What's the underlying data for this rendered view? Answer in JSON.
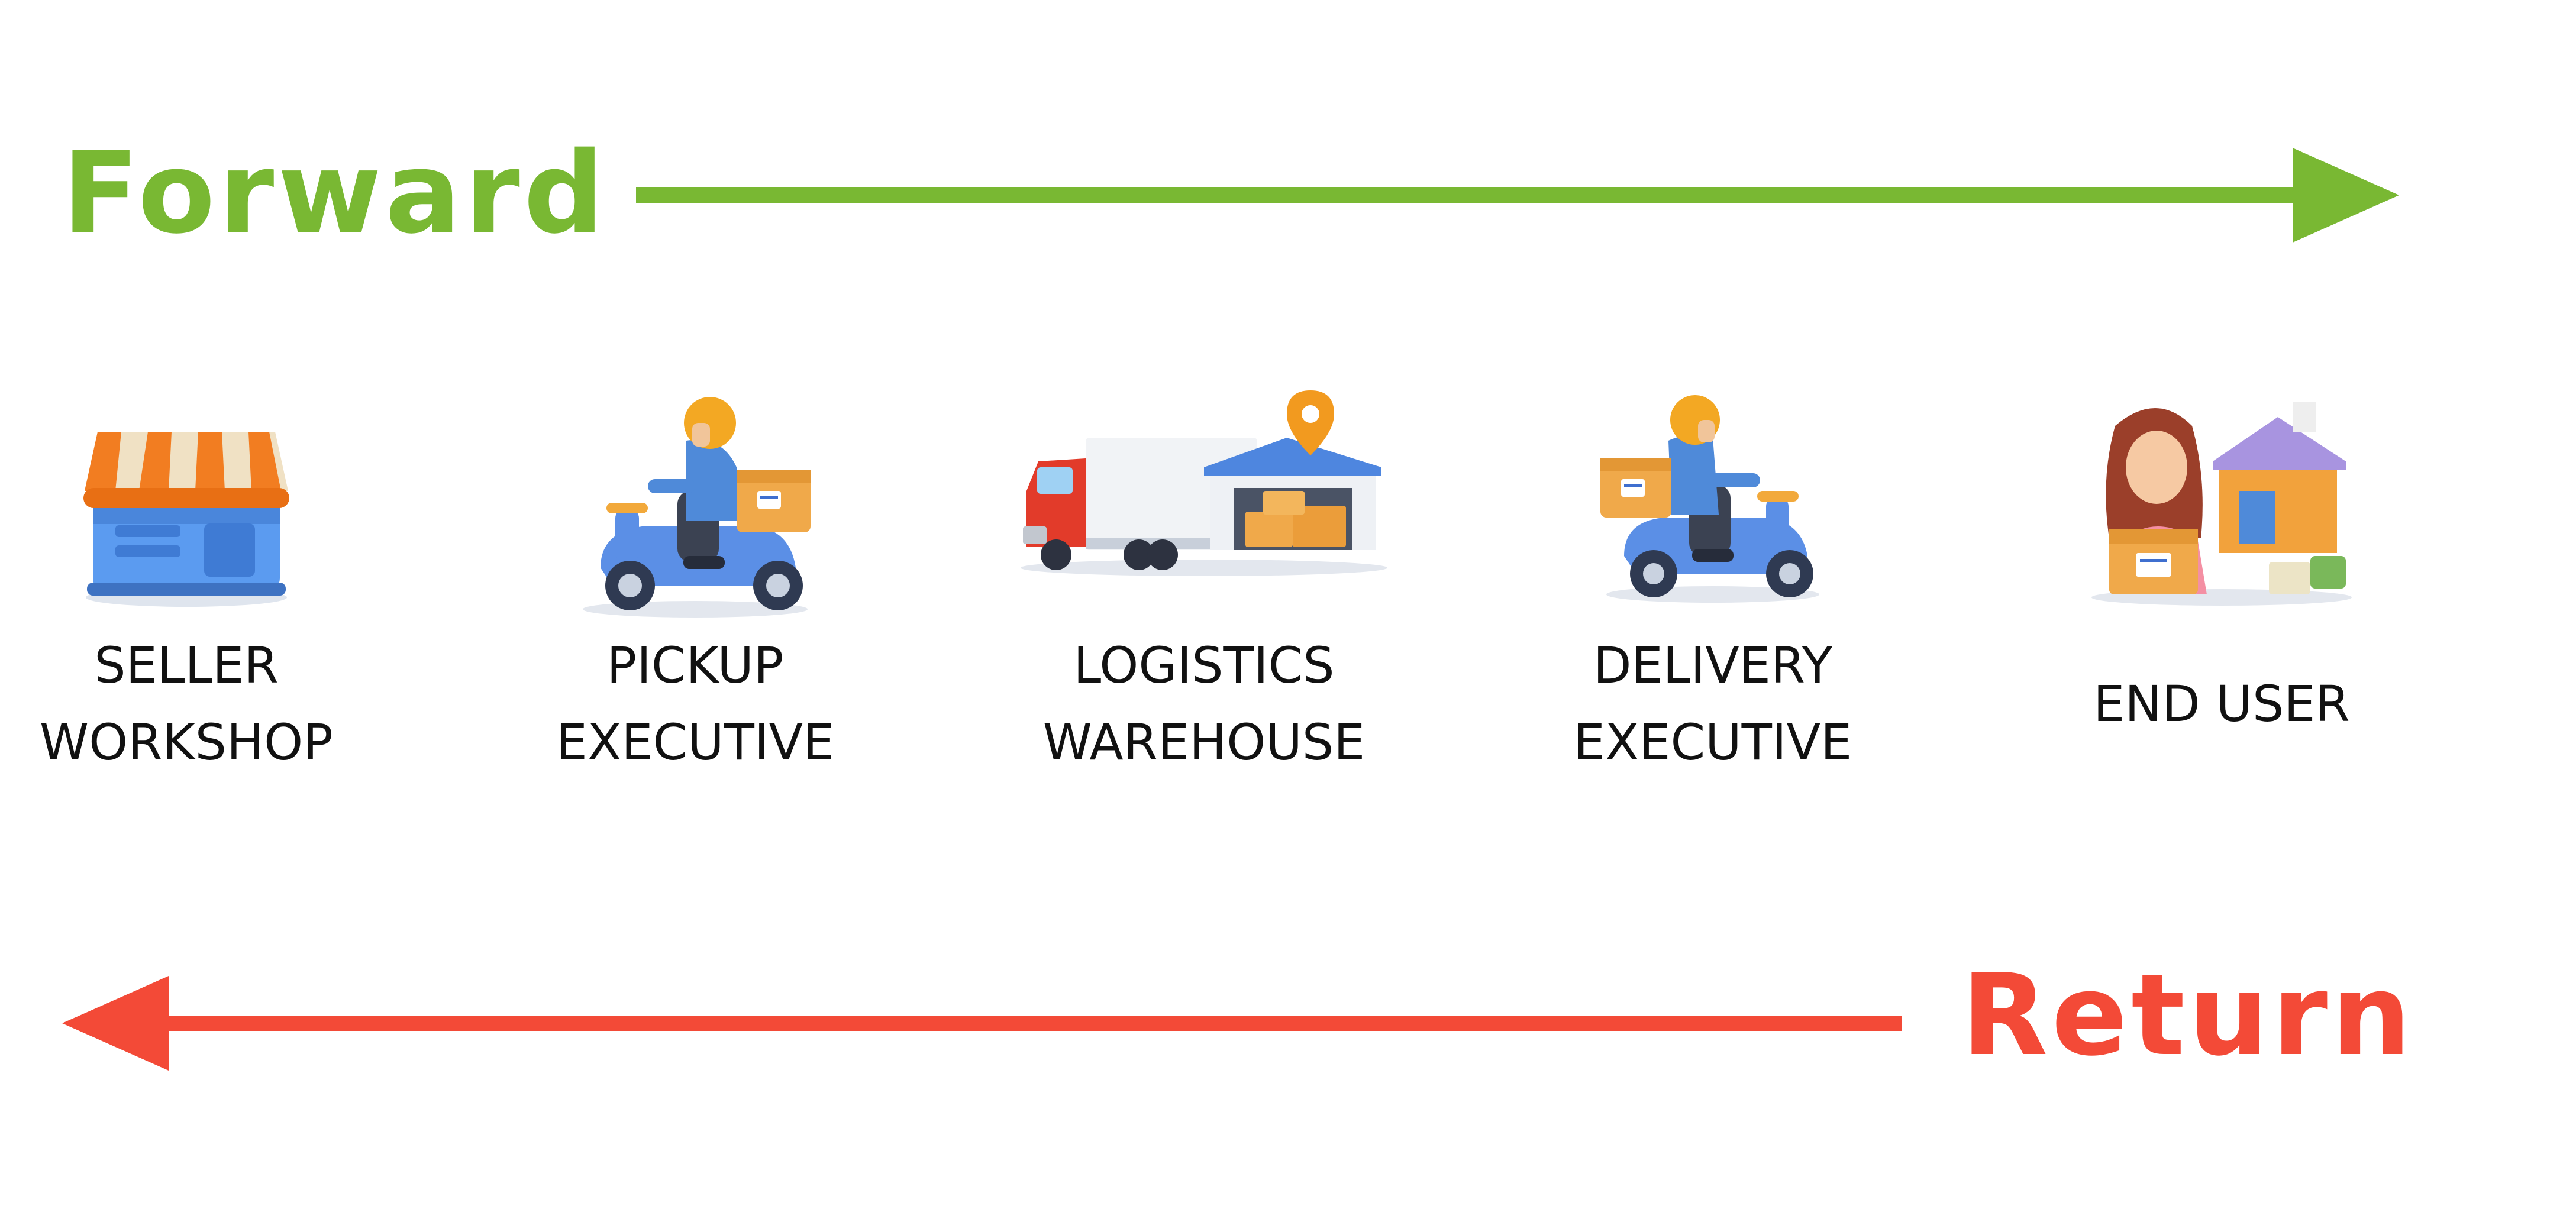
{
  "forward": {
    "label": "Forward",
    "color": "#79b833"
  },
  "return": {
    "label": "Return",
    "color": "#f34a37"
  },
  "nodes": [
    {
      "icon": "shop-icon",
      "label_lines": [
        "SELLER",
        "WORKSHOP"
      ]
    },
    {
      "icon": "pickup-scooter-icon",
      "label_lines": [
        "PICKUP",
        "EXECUTIVE"
      ]
    },
    {
      "icon": "truck-warehouse-icon",
      "label_lines": [
        "LOGISTICS",
        "WAREHOUSE"
      ]
    },
    {
      "icon": "delivery-scooter-icon",
      "label_lines": [
        "DELIVERY",
        "EXECUTIVE"
      ]
    },
    {
      "icon": "customer-house-icon",
      "label_lines": [
        "END USER"
      ]
    }
  ]
}
